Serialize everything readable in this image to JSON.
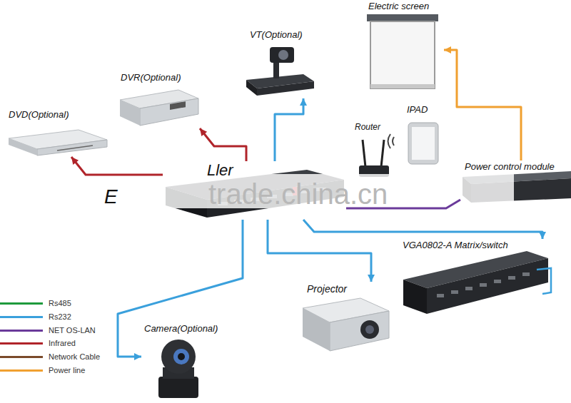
{
  "diagram": {
    "nodes": [
      {
        "text": [
          "Electric screen"
        ]
      },
      {
        "text": [
          "VT(Optional)"
        ]
      },
      {
        "text": [
          "DVR(Optional)"
        ]
      },
      {
        "text": [
          "IPAD"
        ]
      },
      {
        "text": [
          "DVD(Optional)"
        ]
      },
      {
        "text": [
          "Router"
        ]
      },
      {
        "text": [
          "Power control module"
        ]
      },
      {
        "text": [
          "Ller"
        ]
      },
      {
        "text": [
          "VGA0802-A Matrix/switch"
        ]
      },
      {
        "text": [
          "Projector"
        ]
      },
      {
        "text": [
          "Camera(Optional)"
        ]
      }
    ],
    "edges": [
      {
        "from": 7,
        "to": 4,
        "arrow": "to"
      },
      {
        "from": 7,
        "to": 2,
        "arrow": "to"
      },
      {
        "from": 7,
        "to": 1,
        "arrow": "to"
      },
      {
        "from": 6,
        "to": 0,
        "arrow": "to"
      },
      {
        "from": 7,
        "to": 6,
        "arrow": "none"
      },
      {
        "from": 7,
        "to": 8,
        "arrow": "to"
      },
      {
        "from": 7,
        "to": 9,
        "arrow": "to"
      },
      {
        "from": 7,
        "to": 10,
        "arrow": "to"
      }
    ],
    "labels": [
      "E",
      "trade.china.cn"
    ],
    "legend": [
      {
        "text": "Rs485",
        "color": "#1e9a3c"
      },
      {
        "text": "Rs232",
        "color": "#3aa0dc"
      },
      {
        "text": "NET OS-LAN",
        "color": "#6a3a9a"
      },
      {
        "text": "Infrared",
        "color": "#b0242a"
      },
      {
        "text": "Network Cable",
        "color": "#7a4a2a"
      },
      {
        "text": "Power line",
        "color": "#f0a030"
      }
    ]
  }
}
